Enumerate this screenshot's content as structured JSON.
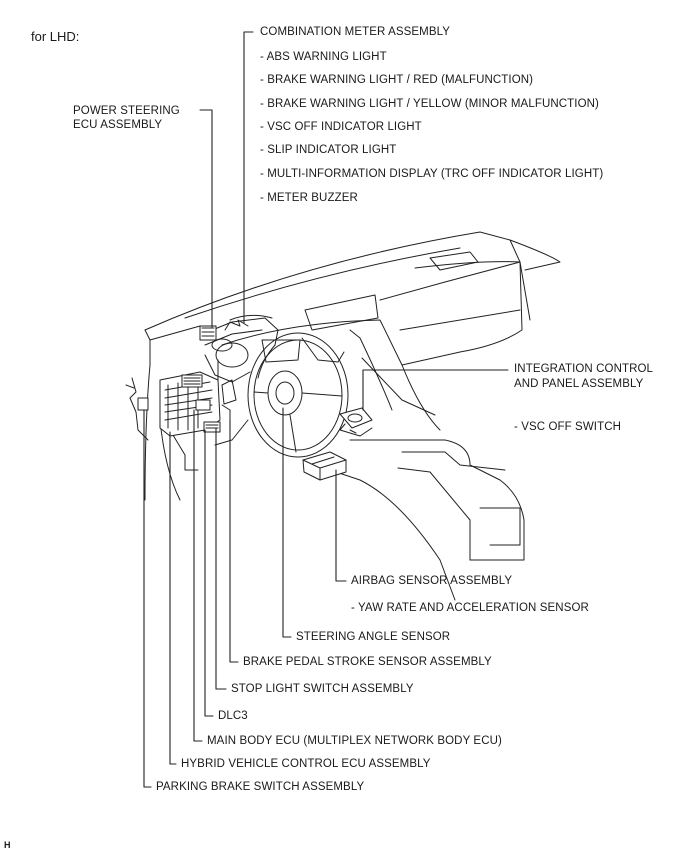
{
  "heading": "for LHD:",
  "image_code": "H",
  "labels": {
    "combination_meter": "COMBINATION METER ASSEMBLY",
    "abs_warning": "- ABS WARNING LIGHT",
    "brake_warning_red": "- BRAKE WARNING LIGHT / RED (MALFUNCTION)",
    "brake_warning_yellow": "- BRAKE WARNING LIGHT / YELLOW (MINOR MALFUNCTION)",
    "vsc_off_indicator": "- VSC OFF INDICATOR LIGHT",
    "slip_indicator": "- SLIP INDICATOR LIGHT",
    "multi_info_display": "- MULTI-INFORMATION DISPLAY (TRC OFF INDICATOR LIGHT)",
    "meter_buzzer": "- METER BUZZER",
    "power_steering_1": "POWER STEERING",
    "power_steering_2": "ECU ASSEMBLY",
    "integration_control_1": "INTEGRATION CONTROL",
    "integration_control_2": "AND PANEL ASSEMBLY",
    "vsc_off_switch": "- VSC OFF SWITCH",
    "airbag_sensor": "AIRBAG SENSOR ASSEMBLY",
    "yaw_rate": "- YAW RATE AND ACCELERATION SENSOR",
    "steering_angle": "STEERING ANGLE SENSOR",
    "brake_pedal_stroke": "BRAKE PEDAL STROKE SENSOR ASSEMBLY",
    "stop_light_switch": "STOP LIGHT SWITCH ASSEMBLY",
    "dlc3": "DLC3",
    "main_body_ecu": "MAIN BODY ECU (MULTIPLEX NETWORK BODY ECU)",
    "hybrid_vehicle_ecu": "HYBRID VEHICLE CONTROL ECU ASSEMBLY",
    "parking_brake_switch": "PARKING BRAKE SWITCH ASSEMBLY"
  }
}
